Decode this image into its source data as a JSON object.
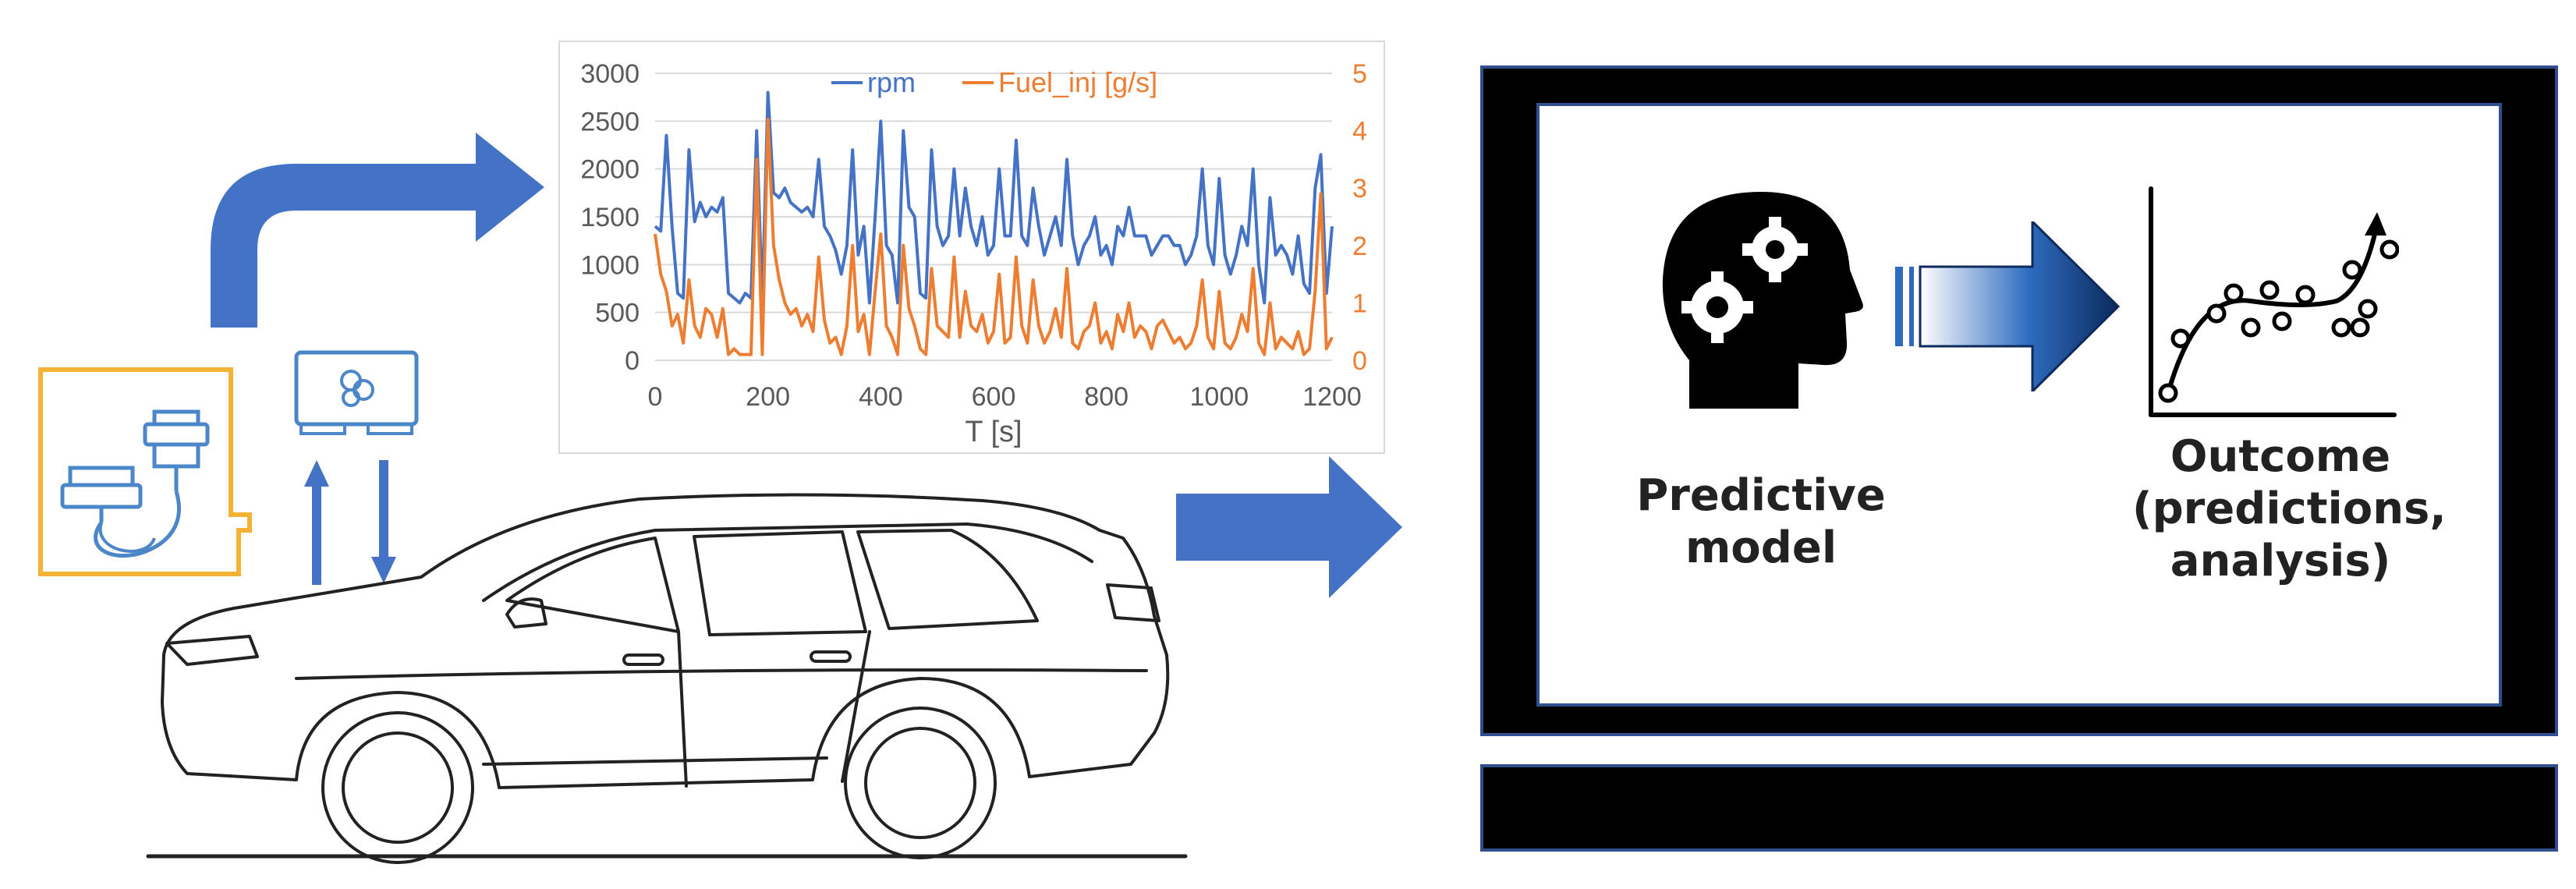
{
  "colors": {
    "rpm": "#4472c4",
    "fuel": "#ed7d31",
    "arrow": "#4472c4",
    "device_frame": "#f5b335"
  },
  "icons": [
    "obd-scanner-icon",
    "ecu-chip-icon",
    "car-illustration",
    "ai-head-gears-icon",
    "trend-graph-icon"
  ],
  "chart_data": {
    "type": "line",
    "x": [
      0,
      10,
      20,
      30,
      40,
      50,
      60,
      70,
      80,
      90,
      100,
      110,
      120,
      130,
      140,
      150,
      160,
      170,
      180,
      190,
      200,
      210,
      220,
      230,
      240,
      250,
      260,
      270,
      280,
      290,
      300,
      310,
      320,
      330,
      340,
      350,
      360,
      370,
      380,
      390,
      400,
      410,
      420,
      430,
      440,
      450,
      460,
      470,
      480,
      490,
      500,
      510,
      520,
      530,
      540,
      550,
      560,
      570,
      580,
      590,
      600,
      610,
      620,
      630,
      640,
      650,
      660,
      670,
      680,
      690,
      700,
      710,
      720,
      730,
      740,
      750,
      760,
      770,
      780,
      790,
      800,
      810,
      820,
      830,
      840,
      850,
      860,
      870,
      880,
      890,
      900,
      910,
      920,
      930,
      940,
      950,
      960,
      970,
      980,
      990,
      1000,
      1010,
      1020,
      1030,
      1040,
      1050,
      1060,
      1070,
      1080,
      1090,
      1100,
      1110,
      1120,
      1130,
      1140,
      1150,
      1160,
      1170,
      1180,
      1190,
      1200
    ],
    "series": [
      {
        "name": "rpm",
        "axis": "left",
        "values": [
          1400,
          1350,
          2350,
          1400,
          700,
          650,
          2200,
          1450,
          1650,
          1500,
          1600,
          1550,
          1700,
          700,
          650,
          600,
          700,
          650,
          2400,
          600,
          2800,
          1750,
          1700,
          1800,
          1650,
          1600,
          1550,
          1600,
          1500,
          2100,
          1400,
          1300,
          1150,
          900,
          1200,
          2200,
          1100,
          1400,
          600,
          1500,
          2500,
          1200,
          1100,
          600,
          2400,
          1600,
          1500,
          700,
          650,
          2200,
          1400,
          1200,
          1300,
          2000,
          1300,
          1800,
          1400,
          1200,
          1500,
          1100,
          1200,
          2000,
          1300,
          1300,
          2300,
          1300,
          1200,
          1800,
          1400,
          1100,
          1300,
          1500,
          1200,
          2100,
          1300,
          1000,
          1200,
          1300,
          1500,
          1100,
          1200,
          1000,
          1400,
          1300,
          1600,
          1300,
          1300,
          1300,
          1100,
          1200,
          1300,
          1300,
          1200,
          1200,
          1000,
          1100,
          1300,
          2000,
          1200,
          1000,
          1900,
          1100,
          900,
          1100,
          1400,
          1200,
          2000,
          1000,
          600,
          1700,
          1100,
          1200,
          1100,
          900,
          1300,
          800,
          700,
          1800,
          2150,
          700,
          1400
        ]
      },
      {
        "name": "Fuel_inj [g/s]",
        "axis": "right",
        "values": [
          2.2,
          1.5,
          1.2,
          0.6,
          0.8,
          0.3,
          1.4,
          0.6,
          0.4,
          0.9,
          0.8,
          0.4,
          0.9,
          0.1,
          0.2,
          0.1,
          0.1,
          0.1,
          3.5,
          0.1,
          4.2,
          2.0,
          1.4,
          1.0,
          0.8,
          0.9,
          0.6,
          0.8,
          0.5,
          1.8,
          0.7,
          0.3,
          0.4,
          0.1,
          0.6,
          2.0,
          0.5,
          0.8,
          0.1,
          1.2,
          2.2,
          0.6,
          0.4,
          0.1,
          2.0,
          0.9,
          0.6,
          0.2,
          0.1,
          1.6,
          0.6,
          0.5,
          0.4,
          1.8,
          0.4,
          1.2,
          0.6,
          0.5,
          0.8,
          0.3,
          0.5,
          1.5,
          0.3,
          0.4,
          1.8,
          0.6,
          0.3,
          1.4,
          0.6,
          0.3,
          0.5,
          0.9,
          0.4,
          1.6,
          0.3,
          0.2,
          0.5,
          0.6,
          1.0,
          0.3,
          0.5,
          0.2,
          0.8,
          0.5,
          1.0,
          0.4,
          0.6,
          0.5,
          0.2,
          0.6,
          0.7,
          0.5,
          0.3,
          0.4,
          0.2,
          0.3,
          0.6,
          1.4,
          0.4,
          0.2,
          1.2,
          0.3,
          0.2,
          0.4,
          0.8,
          0.5,
          1.6,
          0.3,
          0.1,
          1.0,
          0.2,
          0.4,
          0.3,
          0.2,
          0.5,
          0.1,
          0.2,
          1.2,
          2.9,
          0.2,
          0.4
        ]
      }
    ],
    "xlabel": "T [s]",
    "ylabel": "",
    "y2label": "",
    "xlim": [
      0,
      1200
    ],
    "ylim": [
      0,
      3000
    ],
    "y2lim": [
      0,
      5
    ],
    "x_ticks": [
      "0",
      "200",
      "400",
      "600",
      "800",
      "1000",
      "1200"
    ],
    "y_ticks": [
      "0",
      "500",
      "1000",
      "1500",
      "2000",
      "2500",
      "3000"
    ],
    "y2_ticks": [
      "0",
      "1",
      "2",
      "3",
      "4",
      "5"
    ],
    "grid": true,
    "legend": "top"
  },
  "labels": {
    "model": "Predictive\nmodel",
    "outcome": "Outcome\n(predictions,\nanalysis)"
  }
}
